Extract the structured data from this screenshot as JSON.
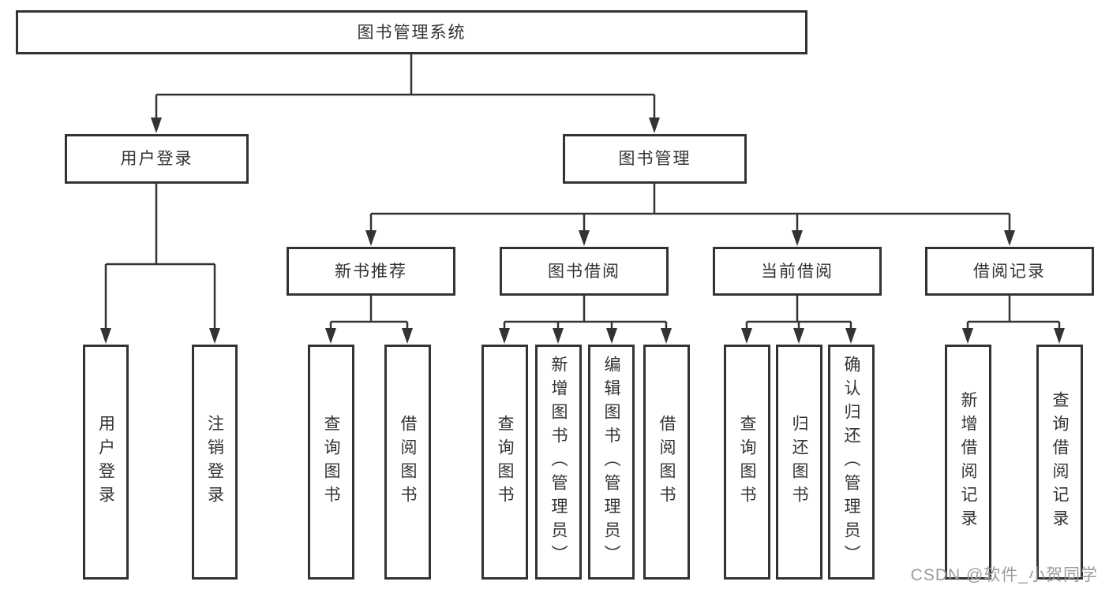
{
  "diagram": {
    "root": {
      "label": "图书管理系统"
    },
    "branches": [
      {
        "label": "用户登录",
        "children": [
          {
            "label": "用户登录"
          },
          {
            "label": "注销登录"
          }
        ]
      },
      {
        "label": "图书管理",
        "modules": [
          {
            "label": "新书推荐",
            "children": [
              {
                "label": "查询图书"
              },
              {
                "label": "借阅图书"
              }
            ]
          },
          {
            "label": "图书借阅",
            "children": [
              {
                "label": "查询图书"
              },
              {
                "label": "新增图书（管理员）"
              },
              {
                "label": "编辑图书（管理员）"
              },
              {
                "label": "借阅图书"
              }
            ]
          },
          {
            "label": "当前借阅",
            "children": [
              {
                "label": "查询图书"
              },
              {
                "label": "归还图书"
              },
              {
                "label": "确认归还（管理员）"
              }
            ]
          },
          {
            "label": "借阅记录",
            "children": [
              {
                "label": "新增借阅记录"
              },
              {
                "label": "查询借阅记录"
              }
            ]
          }
        ]
      }
    ]
  },
  "watermark": {
    "text": "CSDN @软件_小贺同学"
  },
  "colors": {
    "line": "#333333",
    "text": "#333333",
    "background": "#ffffff",
    "watermark": "#9c9c9c"
  }
}
